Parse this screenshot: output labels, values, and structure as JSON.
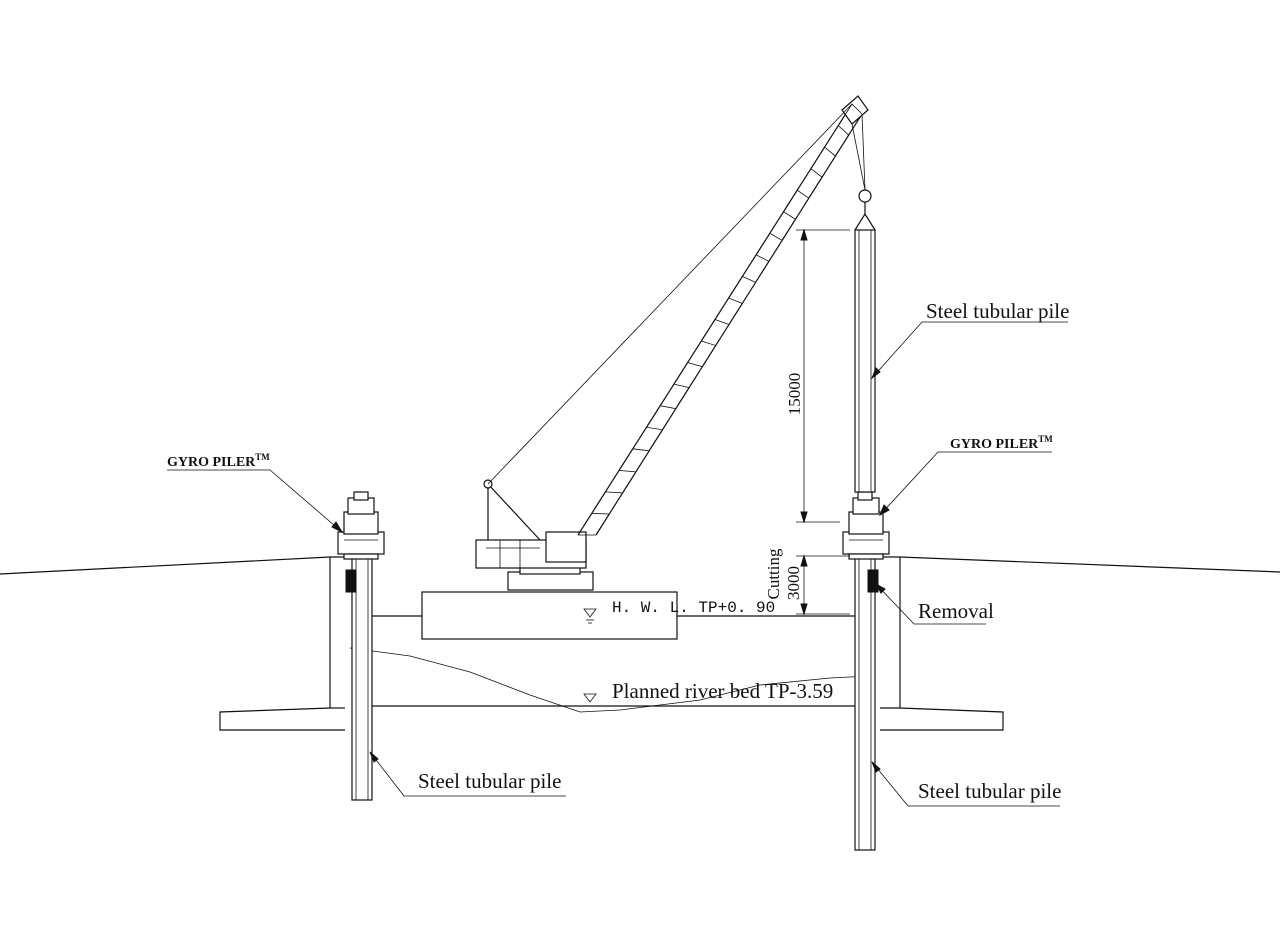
{
  "labels": {
    "steel_pile_top_right": "Steel tubular pile",
    "steel_pile_bottom_left": "Steel tubular pile",
    "steel_pile_bottom_right": "Steel tubular pile",
    "gyro_left": "GYRO PILER",
    "gyro_right": "GYRO PILER",
    "tm": "TM",
    "removal": "Removal",
    "hwl": "H. W. L.  TP+0. 90",
    "river_bed": "Planned river bed TP-3.59",
    "dim_15000": "15000",
    "dim_cutting": "Cutting",
    "dim_3000": "3000"
  }
}
